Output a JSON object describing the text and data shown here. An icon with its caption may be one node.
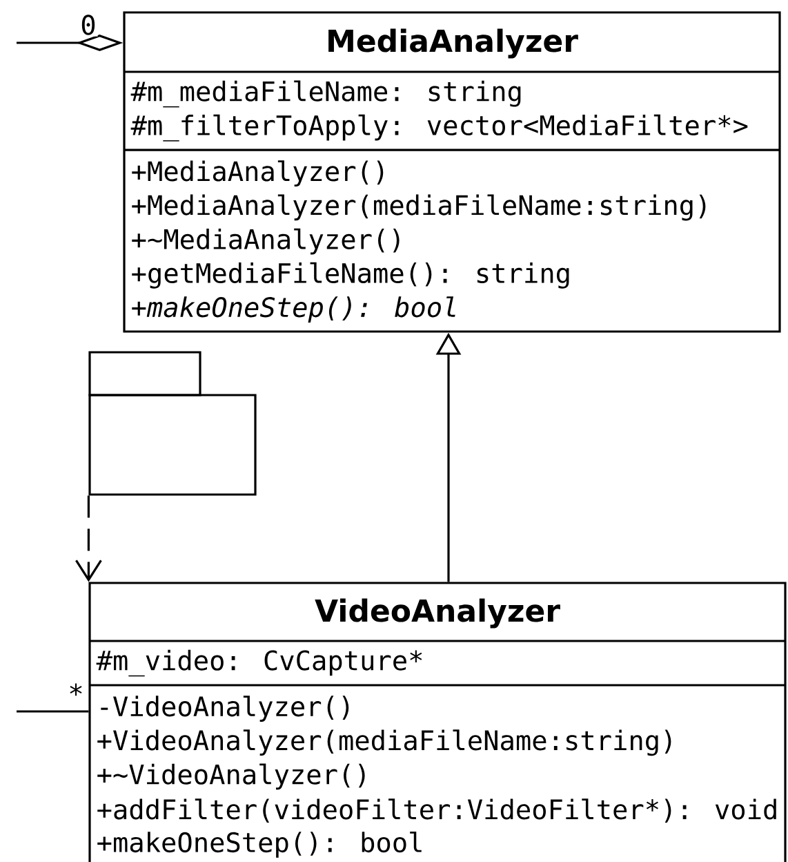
{
  "diagram": {
    "nodes": [
      {
        "text": [
          "MediaAnalyzer",
          "#m_mediaFileName: string",
          "#m_filterToApply: vector<MediaFilter*>",
          "+MediaAnalyzer()",
          "+MediaAnalyzer(mediaFileName:string)",
          "+~MediaAnalyzer()",
          "+getMediaFileName(): string",
          "*+makeOneStep(): bool*"
        ]
      },
      {
        "text": [],
        "shape": "folder"
      },
      {
        "text": [
          "VideoAnalyzer",
          "#m_video: CvCapture*",
          "-VideoAnalyzer()",
          "+VideoAnalyzer(mediaFileName:string)",
          "+~VideoAnalyzer()",
          "+addFilter(videoFilter:VideoFilter*): void",
          "+makeOneStep(): bool"
        ]
      }
    ],
    "edges": [
      {
        "from": null,
        "to": 0,
        "arrow": "other",
        "label": "0"
      },
      {
        "from": 2,
        "to": 0,
        "arrow": "to"
      },
      {
        "from": 1,
        "to": 2,
        "arrow": "to",
        "style": "dashed"
      },
      {
        "from": null,
        "to": 2,
        "arrow": "none",
        "label": "*"
      }
    ]
  }
}
